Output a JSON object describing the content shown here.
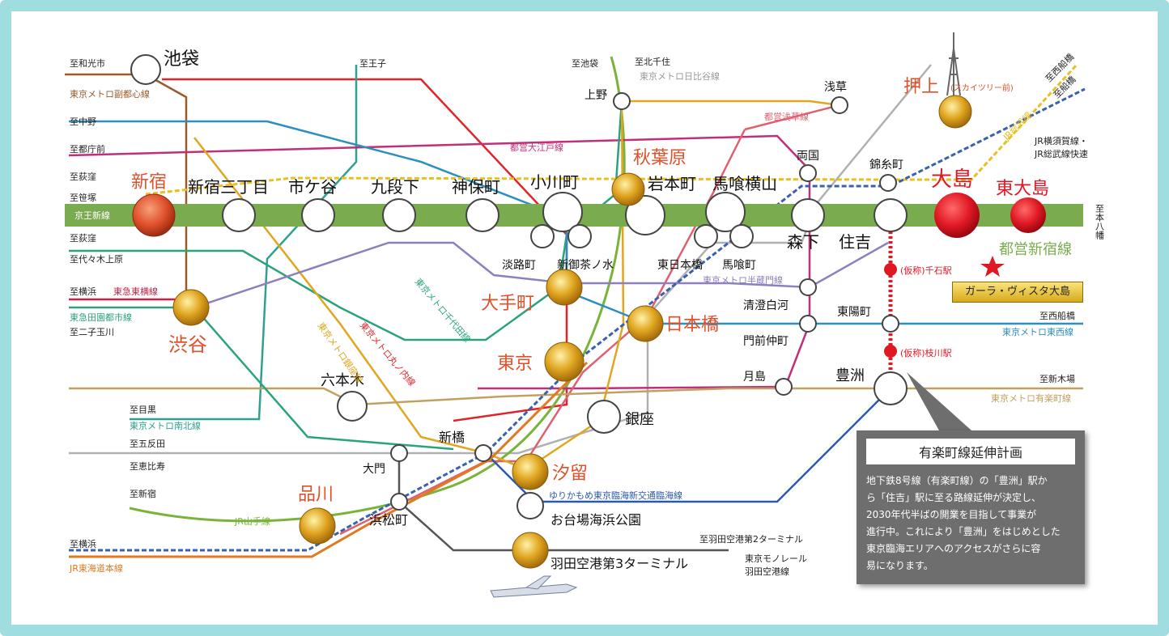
{
  "colors": {
    "shinjuku_line": "#7aab4e",
    "gold": "#e0a620",
    "red_station": "#e01824",
    "highlight_label": "#e0502a",
    "frame": "#9fdde0"
  },
  "stations": {
    "ikebukuro": "池袋",
    "shinjuku": "新宿",
    "shinjuku3": "新宿三丁目",
    "ichigaya": "市ケ谷",
    "kudanshita": "九段下",
    "jimbocho": "神保町",
    "ogawamachi": "小川町",
    "akihabara": "秋葉原",
    "iwamotocho": "岩本町",
    "bakuroyokoyama": "馬喰横山",
    "ryogoku": "両国",
    "kinshicho": "錦糸町",
    "ojima": "大島",
    "higashiojima": "東大島",
    "morishita": "森下",
    "sumiyoshi": "住吉",
    "oshiage": "押上",
    "oshiage_sub": "(スカイツリー前)",
    "asakusa": "浅草",
    "ueno": "上野",
    "awajicho": "淡路町",
    "shinochanomizu": "新御茶ノ水",
    "higashinihombashi": "東日本橋",
    "bakurocho": "馬喰町",
    "otemachi": "大手町",
    "nihombashi": "日本橋",
    "kiyosumi": "清澄白河",
    "monzen": "門前仲町",
    "toyocho": "東陽町",
    "tokyo": "東京",
    "tsukishima": "月島",
    "toyosu": "豊洲",
    "ginza": "銀座",
    "roppongi": "六本木",
    "shimbashi": "新橋",
    "shiodome": "汐留",
    "daimon": "大門",
    "hamamatsucho": "浜松町",
    "shibuya": "渋谷",
    "shinagawa": "品川",
    "odaiba": "お台場海浜公園",
    "haneda3": "羽田空港第3ターミナル",
    "sengoku": "(仮称)千石駅",
    "edagawa": "(仮称)枝川駅"
  },
  "edge_labels": {
    "wako": "至和光市",
    "fukutoshin": "東京メトロ副都心線",
    "oji": "至王子",
    "ikebukuro_to": "至池袋",
    "kitasenju": "至北千住",
    "hibiya": "東京メトロ日比谷線",
    "nakano": "至中野",
    "tochomae": "至都庁前",
    "ogikubo1": "至荻窪",
    "sasazuka": "至笹塚",
    "keio": "京王新線",
    "ogikubo2": "至荻窪",
    "yoyogi": "至代々木上原",
    "yokohama1": "至横浜",
    "tokyu_toyoko": "東急東横線",
    "denen": "東急田園都市線",
    "futako": "至二子玉川",
    "meguro": "至目黒",
    "namboku": "東京メトロ南北線",
    "gotanda": "至五反田",
    "ebisu": "至恵比寿",
    "shinjuku_to": "至新宿",
    "yamanote": "JR山手線",
    "yokohama2": "至横浜",
    "tokaido": "JR東海道本線",
    "asakusa_line": "都営浅草線",
    "oedo": "都営大江戸線",
    "chiyoda": "東京メトロ千代田線",
    "marunouchi": "東京メトロ丸ノ内線",
    "ginza_line": "東京メトロ銀座線",
    "hanzomon": "東京メトロ半蔵門線",
    "nishifunabashi1": "至西船橋",
    "funabashi": "至船橋",
    "sobu": "JR総武線",
    "yokosuka": "JR横須賀線・",
    "sobu_rapid": "JR総武線快速",
    "motoyawata": "至本八幡",
    "shinjuku_line": "都営新宿線",
    "nishifunabashi2": "至西船橋",
    "tozai": "東京メトロ東西線",
    "shinkiba": "至新木場",
    "yurakucho": "東京メトロ有楽町線",
    "yurikamome": "ゆりかもめ東京臨海新交通臨海線",
    "haneda2": "至羽田空港第2ターミナル",
    "monorail1": "東京モノレール",
    "monorail2": "羽田空港線"
  },
  "property": "ガーラ・ヴィスタ大島",
  "note": {
    "title": "有楽町線延伸計画",
    "line1": "地下鉄8号線（有楽町線）の「豊洲」駅か",
    "line2": "ら「住吉」駅に至る路線延伸が決定し、",
    "line3": "2030年代半ばの開業を目指して事業が",
    "line4": "進行中。これにより「豊洲」をはじめとした",
    "line5": "東京臨海エリアへのアクセスがさらに容",
    "line6": "易になります。"
  }
}
